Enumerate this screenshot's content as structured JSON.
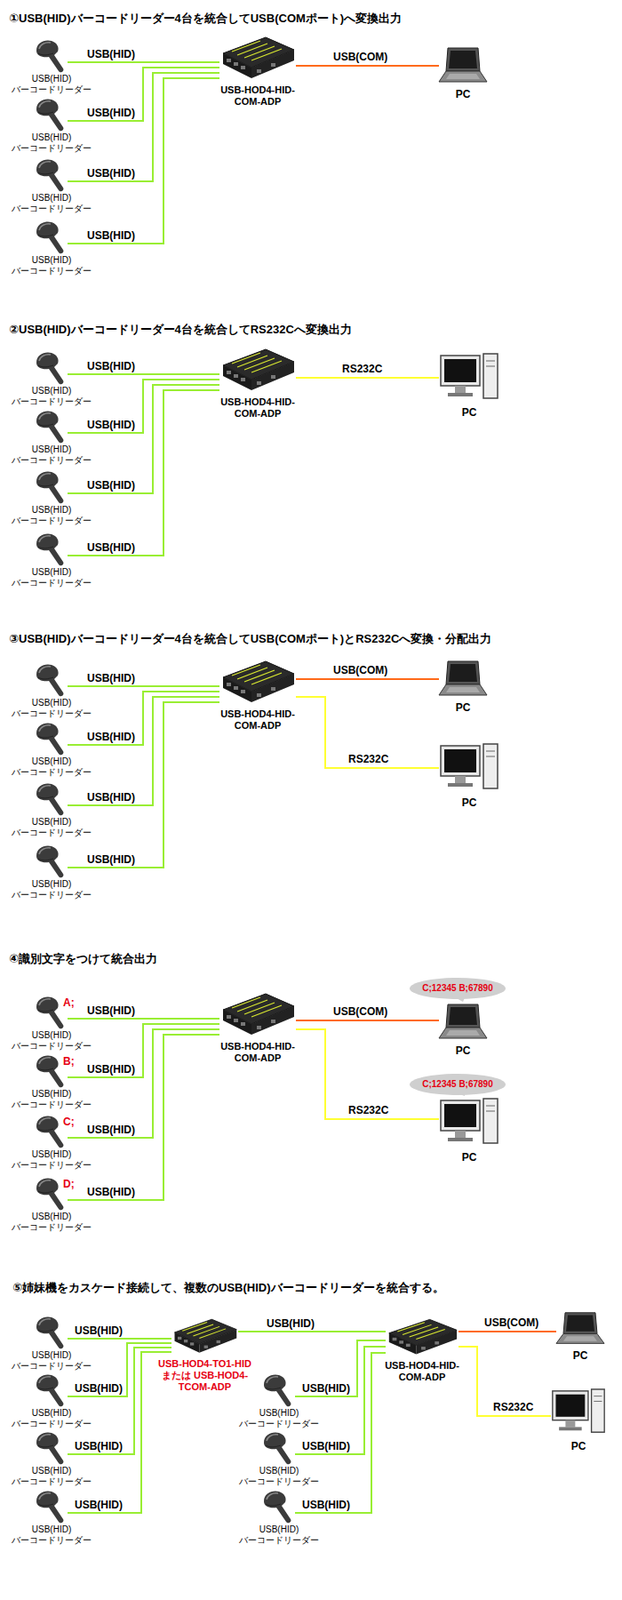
{
  "diagram": {
    "nodes": [
      {
        "text": [
          "USB(HID) バーコードリーダー"
        ]
      },
      {
        "text": [
          "USB(HID) バーコードリーダー"
        ]
      },
      {
        "text": [
          "USB(HID) バーコードリーダー"
        ]
      },
      {
        "text": [
          "USB(HID) バーコードリーダー"
        ]
      },
      {
        "text": [
          "USB-HOD4-HID-COM-ADP"
        ]
      },
      {
        "text": [
          "PC"
        ]
      },
      {
        "text": [
          "USB(HID) バーコードリーダー"
        ]
      },
      {
        "text": [
          "USB(HID) バーコードリーダー"
        ]
      },
      {
        "text": [
          "USB(HID) バーコードリーダー"
        ]
      },
      {
        "text": [
          "USB(HID) バーコードリーダー"
        ]
      },
      {
        "text": [
          "USB-HOD4-HID-COM-ADP"
        ]
      },
      {
        "text": [
          "PC"
        ]
      },
      {
        "text": [
          "USB(HID) バーコードリーダー"
        ]
      },
      {
        "text": [
          "USB(HID) バーコードリーダー"
        ]
      },
      {
        "text": [
          "USB(HID) バーコードリーダー"
        ]
      },
      {
        "text": [
          "USB(HID) バーコードリーダー"
        ]
      },
      {
        "text": [
          "USB-HOD4-HID-COM-ADP"
        ]
      },
      {
        "text": [
          "PC"
        ]
      },
      {
        "text": [
          "PC"
        ]
      },
      {
        "text": [
          "USB(HID) バーコードリーダー"
        ]
      },
      {
        "text": [
          "USB(HID) バーコードリーダー"
        ]
      },
      {
        "text": [
          "USB(HID) バーコードリーダー"
        ]
      },
      {
        "text": [
          "USB(HID) バーコードリーダー"
        ]
      },
      {
        "text": [
          "USB-HOD4-HID-COM-ADP"
        ]
      },
      {
        "text": [
          "PC"
        ]
      },
      {
        "text": [
          "PC"
        ]
      },
      {
        "text": [
          "USB(HID) バーコードリーダー"
        ]
      },
      {
        "text": [
          "USB(HID) バーコードリーダー"
        ]
      },
      {
        "text": [
          "USB(HID) バーコードリーダー"
        ]
      },
      {
        "text": [
          "USB(HID) バーコードリーダー"
        ]
      },
      {
        "text": [
          "USB-HOD4-TO1-HID または USB-HOD4-TCOM-ADP"
        ]
      },
      {
        "text": [
          "USB(HID) バーコードリーダー"
        ]
      },
      {
        "text": [
          "USB(HID) バーコードリーダー"
        ]
      },
      {
        "text": [
          "USB(HID) バーコードリーダー"
        ]
      },
      {
        "text": [
          "USB-HOD4-HID-COM-ADP"
        ]
      },
      {
        "text": [
          "PC"
        ]
      },
      {
        "text": [
          "PC"
        ]
      }
    ],
    "edges": [
      {
        "from": 0,
        "to": 4,
        "label": "USB(HID)",
        "arrow": "none"
      },
      {
        "from": 1,
        "to": 4,
        "label": "USB(HID)",
        "arrow": "none"
      },
      {
        "from": 2,
        "to": 4,
        "label": "USB(HID)",
        "arrow": "none"
      },
      {
        "from": 3,
        "to": 4,
        "label": "USB(HID)",
        "arrow": "none"
      },
      {
        "from": 4,
        "to": 5,
        "label": "USB(COM)",
        "arrow": "none"
      },
      {
        "from": 6,
        "to": 10,
        "label": "USB(HID)",
        "arrow": "none"
      },
      {
        "from": 7,
        "to": 10,
        "label": "USB(HID)",
        "arrow": "none"
      },
      {
        "from": 8,
        "to": 10,
        "label": "USB(HID)",
        "arrow": "none"
      },
      {
        "from": 9,
        "to": 10,
        "label": "USB(HID)",
        "arrow": "none"
      },
      {
        "from": 10,
        "to": 11,
        "label": "RS232C",
        "arrow": "none"
      },
      {
        "from": 12,
        "to": 16,
        "label": "USB(HID)",
        "arrow": "none"
      },
      {
        "from": 13,
        "to": 16,
        "label": "USB(HID)",
        "arrow": "none"
      },
      {
        "from": 14,
        "to": 16,
        "label": "USB(HID)",
        "arrow": "none"
      },
      {
        "from": 15,
        "to": 16,
        "label": "USB(HID)",
        "arrow": "none"
      },
      {
        "from": 16,
        "to": 17,
        "label": "USB(COM)",
        "arrow": "none"
      },
      {
        "from": 16,
        "to": 18,
        "label": "RS232C",
        "arrow": "none"
      },
      {
        "from": 19,
        "to": 23,
        "label": "USB(HID)",
        "arrow": "none"
      },
      {
        "from": 20,
        "to": 23,
        "label": "USB(HID)",
        "arrow": "none"
      },
      {
        "from": 21,
        "to": 23,
        "label": "USB(HID)",
        "arrow": "none"
      },
      {
        "from": 22,
        "to": 23,
        "label": "USB(HID)",
        "arrow": "none"
      },
      {
        "from": 23,
        "to": 24,
        "label": "USB(COM)",
        "arrow": "none"
      },
      {
        "from": 23,
        "to": 25,
        "label": "RS232C",
        "arrow": "none"
      },
      {
        "from": 26,
        "to": 30,
        "label": "USB(HID)",
        "arrow": "none"
      },
      {
        "from": 27,
        "to": 30,
        "label": "USB(HID)",
        "arrow": "none"
      },
      {
        "from": 28,
        "to": 30,
        "label": "USB(HID)",
        "arrow": "none"
      },
      {
        "from": 29,
        "to": 30,
        "label": "USB(HID)",
        "arrow": "none"
      },
      {
        "from": 30,
        "to": 34,
        "label": "USB(HID)",
        "arrow": "none"
      },
      {
        "from": 31,
        "to": 34,
        "label": "USB(HID)",
        "arrow": "none"
      },
      {
        "from": 32,
        "to": 34,
        "label": "USB(HID)",
        "arrow": "none"
      },
      {
        "from": 33,
        "to": 34,
        "label": "USB(HID)",
        "arrow": "none"
      },
      {
        "from": 34,
        "to": 35,
        "label": "USB(COM)",
        "arrow": "none"
      },
      {
        "from": 34,
        "to": 36,
        "label": "RS232C",
        "arrow": "none"
      }
    ],
    "labels": [
      "①USB(HID)バーコードリーダー4台を統合してUSB(COMポート)へ変換出力",
      "②USB(HID)バーコードリーダー4台を統合してRS232Cへ変換出力",
      "③USB(HID)バーコードリーダー4台を統合してUSB(COMポート)とRS232Cへ変換・分配出力",
      "④識別文字をつけて統合出力",
      "A;",
      "B;",
      "C;",
      "D;",
      "C;12345 B;67890",
      "C;12345 B;67890",
      "⑤姉妹機をカスケード接続して、複数のUSB(HID)バーコードリーダーを統合する。"
    ]
  }
}
